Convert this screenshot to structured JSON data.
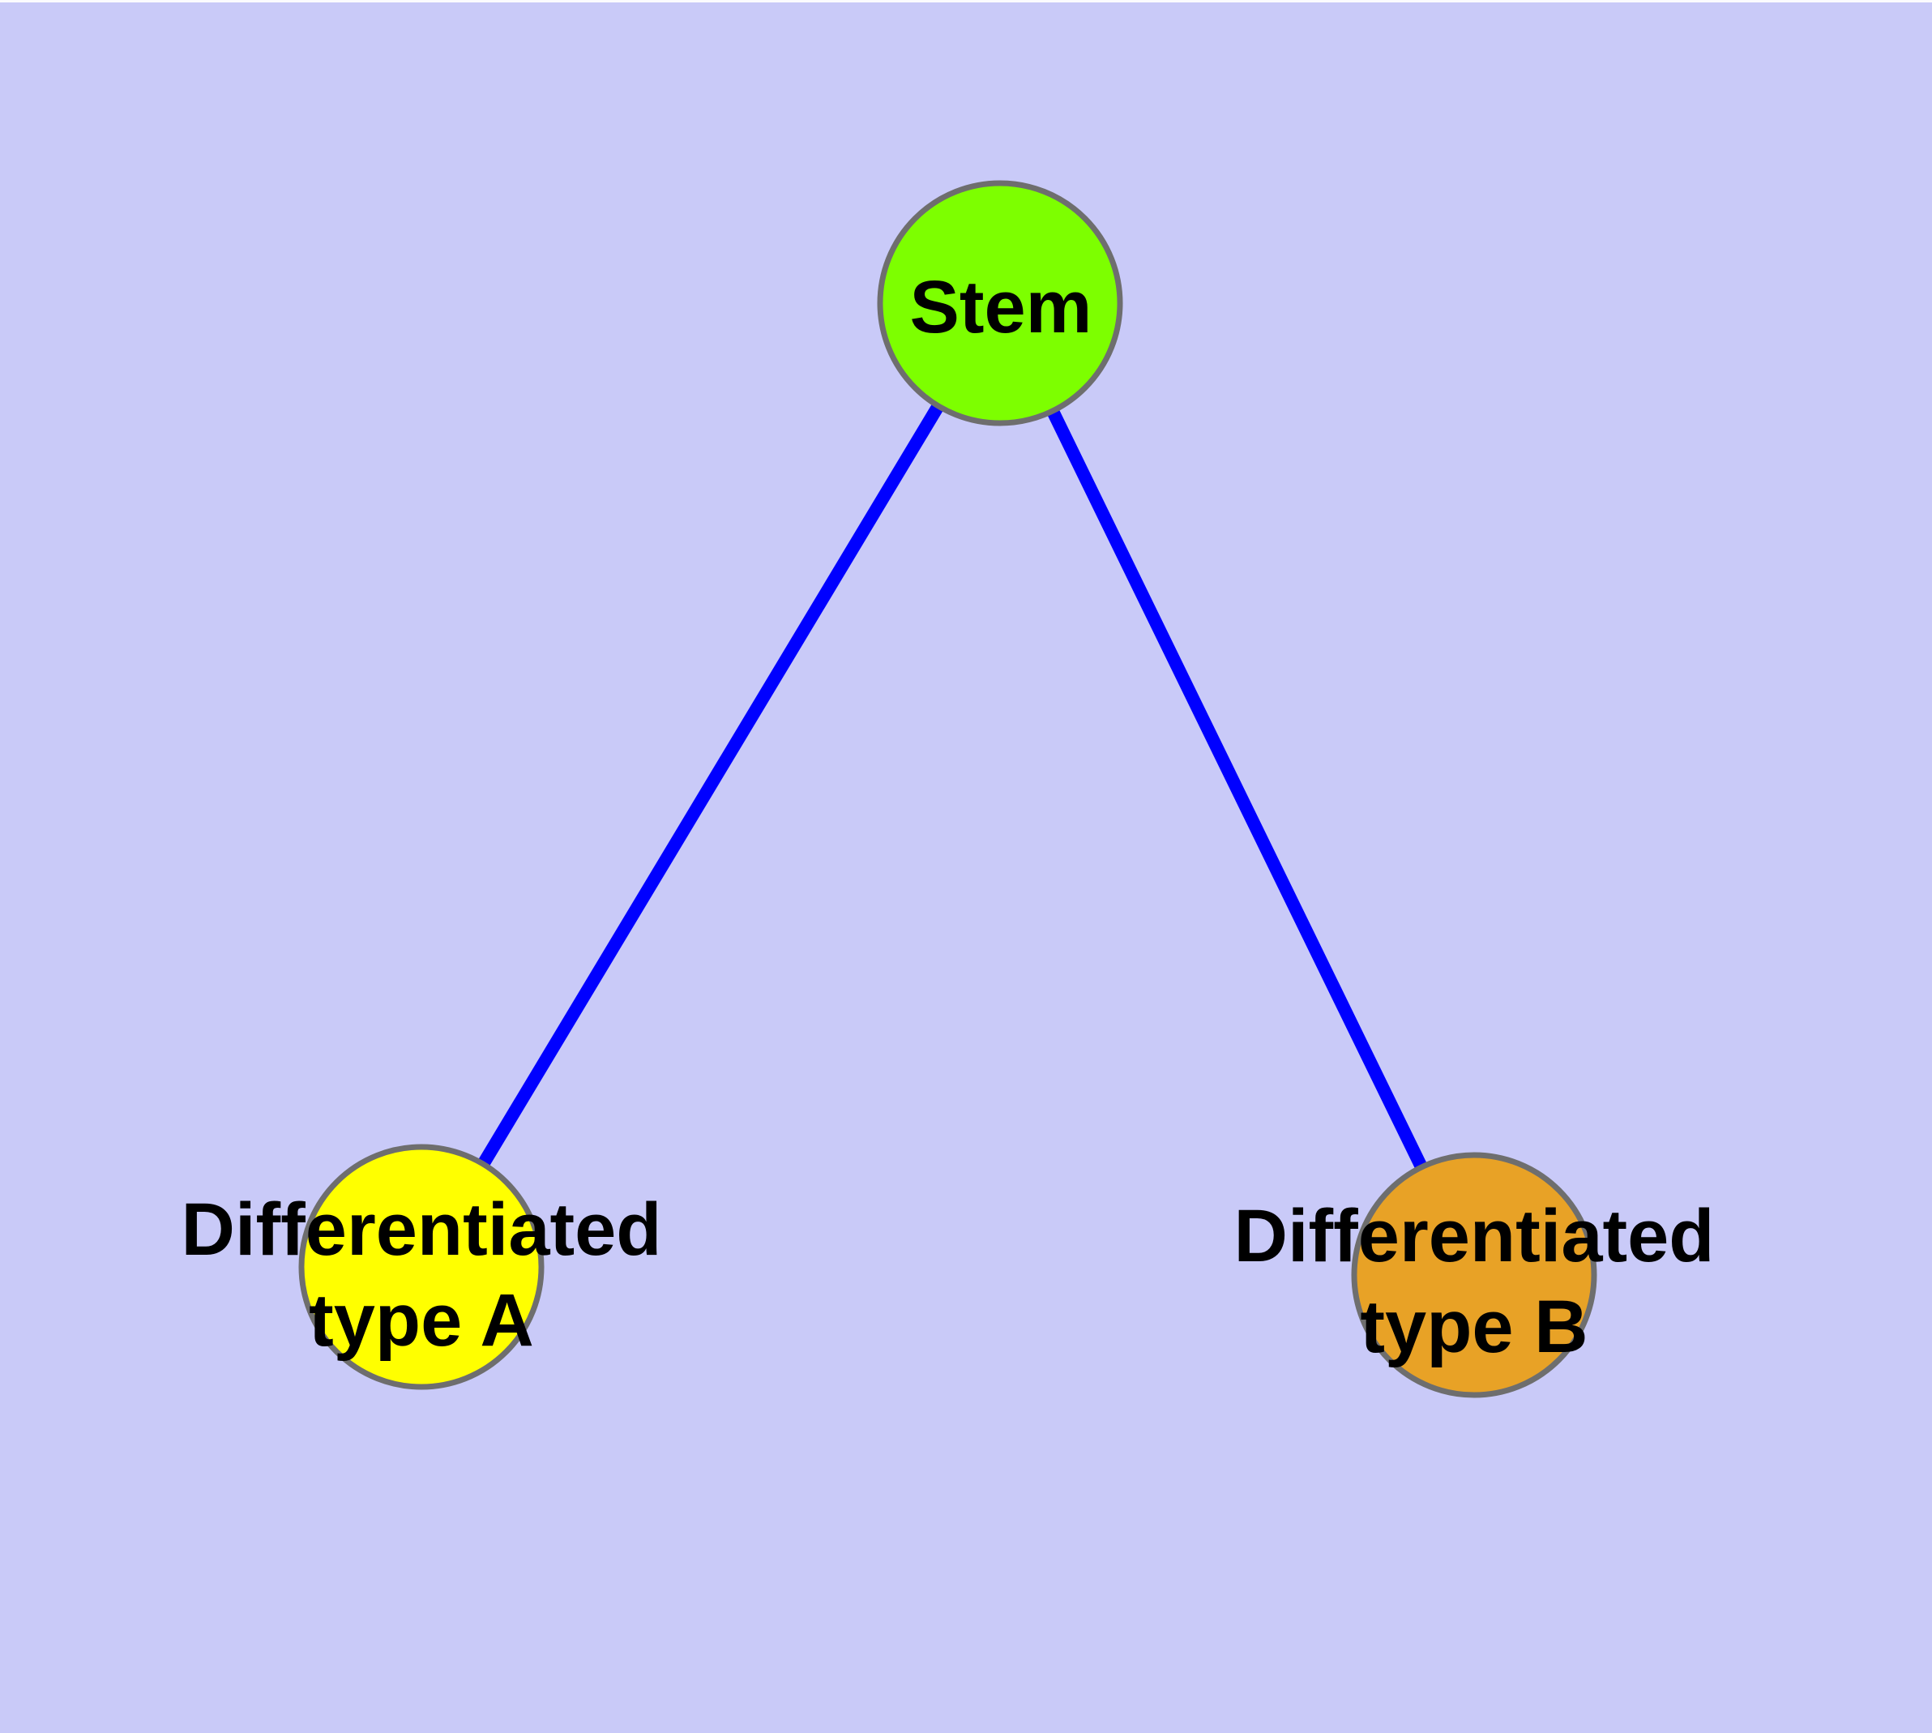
{
  "canvas": {
    "background_color": "#C9CAF8",
    "top_strip_color": "#FBFBFE"
  },
  "graph": {
    "edge_color": "#0000FF",
    "node_border_color": "#6E6E6E",
    "label_color": "#000000",
    "nodes": [
      {
        "id": "stem",
        "label": "Stem",
        "fill": "#7DFF00"
      },
      {
        "id": "differentiated-type-a",
        "label_line1": "Differentiated",
        "label_line2": "type A",
        "fill": "#FFFF00"
      },
      {
        "id": "differentiated-type-b",
        "label_line1": "Differentiated",
        "label_line2": "type B",
        "fill": "#E8A226"
      }
    ],
    "edges": [
      {
        "from": "stem",
        "to": "differentiated-type-a"
      },
      {
        "from": "stem",
        "to": "differentiated-type-b"
      }
    ]
  }
}
